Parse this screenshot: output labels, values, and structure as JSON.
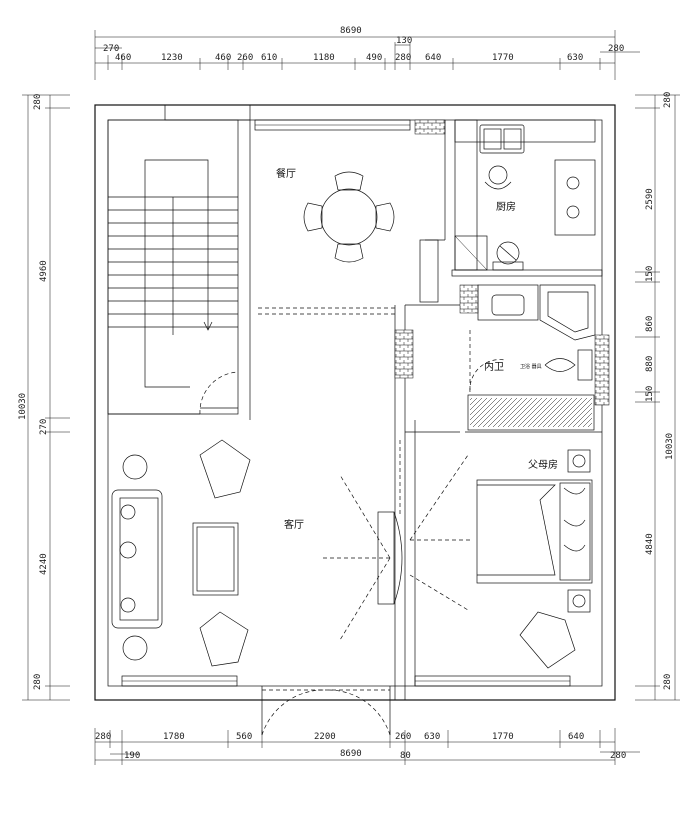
{
  "rooms": {
    "dining": "餐厅",
    "kitchen": "厨房",
    "living": "客厅",
    "bathroom": "内卫",
    "parents_bedroom": "父母房"
  },
  "fixtures": {
    "bath_label": "卫浴 器具"
  },
  "dimensions": {
    "top_total": "8690",
    "top_130": "130",
    "top_280_right": "280",
    "top_270_left": "270",
    "top_row": [
      "460",
      "1230",
      "460",
      "260",
      "610",
      "1180",
      "490",
      "280",
      "640",
      "1770",
      "630"
    ],
    "left_280_top": "280",
    "left_4960": "4960",
    "left_270": "270",
    "left_10030": "10030",
    "left_4240": "4240",
    "left_280_bottom": "280",
    "right_280_top": "280",
    "right_2590": "2590",
    "right_150_a": "150",
    "right_860": "860",
    "right_880": "880",
    "right_150_b": "150",
    "right_10030": "10030",
    "right_4840": "4840",
    "right_280_bottom": "280",
    "bottom_row": [
      "280",
      "1780",
      "560",
      "2200",
      "260",
      "630",
      "1770",
      "640"
    ],
    "bottom_190": "190",
    "bottom_total": "8690",
    "bottom_80": "80",
    "bottom_280_right": "280"
  },
  "colors": {
    "line": "#111111",
    "background": "#ffffff"
  }
}
